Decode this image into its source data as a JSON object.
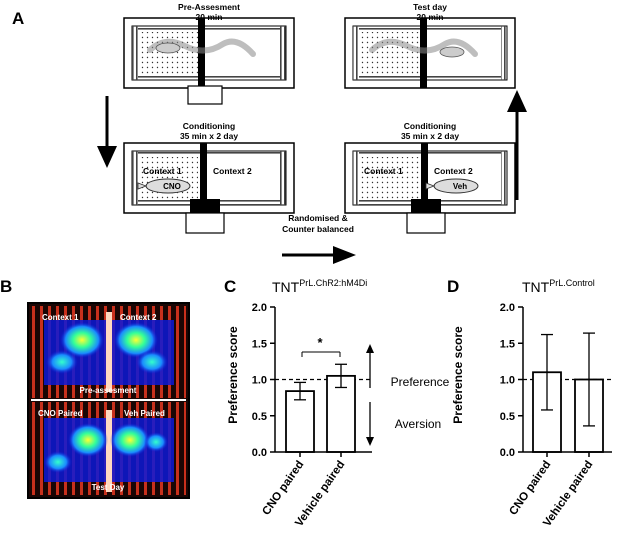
{
  "panels": {
    "A": {
      "letter": "A",
      "pre_title": "Pre-Assesment",
      "pre_time": "20 min",
      "test_title": "Test day",
      "test_time": "20 min",
      "cond_left_title": "Conditioning",
      "cond_left_time": "35 min x 2 day",
      "cond_right_title": "Conditioning",
      "cond_right_time": "35 min x 2 day",
      "context1": "Context 1",
      "context2": "Context 2",
      "cno_tag": "CNO",
      "veh_tag": "Veh",
      "randomised_line1": "Randomised &",
      "randomised_line2": "Counter balanced"
    },
    "B": {
      "letter": "B",
      "top_context1": "Context 1",
      "top_context2": "Context 2",
      "top_caption": "Pre-assesment",
      "bottom_left": "CNO Paired",
      "bottom_right": "Veh Paired",
      "bottom_caption": "Test Day"
    },
    "C": {
      "letter": "C",
      "title_main": "TNT",
      "title_sup": "PrL.ChR2:hM4Di",
      "significance": "*",
      "preference_label": "Preference",
      "aversion_label": "Aversion"
    },
    "D": {
      "letter": "D",
      "title_main": "TNT",
      "title_sup": "PrL.Control"
    }
  },
  "chart_data": [
    {
      "type": "bar",
      "panel": "C",
      "categories": [
        "CNO paired",
        "Vehicle paired"
      ],
      "values": [
        0.84,
        1.05
      ],
      "error": [
        0.12,
        0.16
      ],
      "ylabel": "Preference score",
      "ylim": [
        0.0,
        2.0
      ],
      "yticks": [
        "0.0",
        "0.5",
        "1.0",
        "1.5",
        "2.0"
      ],
      "reference_line": 1.0,
      "grid": false
    },
    {
      "type": "bar",
      "panel": "D",
      "categories": [
        "CNO paired",
        "Vehicle paired"
      ],
      "values": [
        1.1,
        1.0
      ],
      "error": [
        0.52,
        0.64
      ],
      "ylabel": "Preference score",
      "ylim": [
        0.0,
        2.0
      ],
      "yticks": [
        "0.0",
        "0.5",
        "1.0",
        "1.5",
        "2.0"
      ],
      "reference_line": 1.0,
      "grid": false
    }
  ],
  "colors": {
    "heatmap_background": "#1a0604",
    "heatmap_floor": "#0d1ad8",
    "heatmap_hot": "#ffff33",
    "stripe": "#c8301c"
  }
}
